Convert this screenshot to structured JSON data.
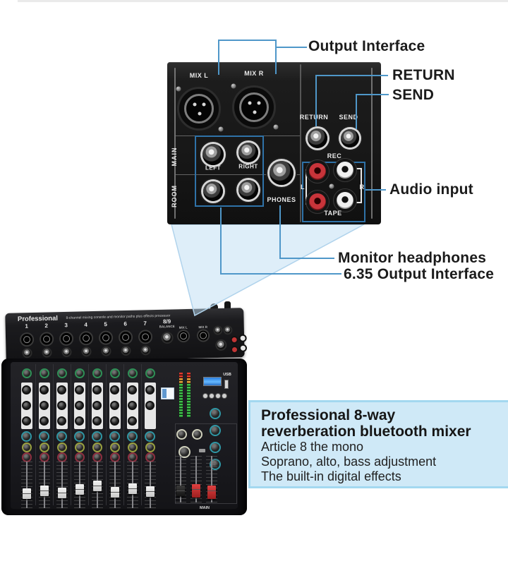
{
  "callouts": {
    "output_interface": "Output Interface",
    "return": "RETURN",
    "send": "SEND",
    "audio_input": "Audio input",
    "monitor_headphones": "Monitor headphones",
    "output_6_35": "6.35 Output Interface"
  },
  "rear_panel": {
    "mix_l": "MIX L",
    "mix_r": "MIX R",
    "main": "MAIN",
    "room": "ROOM",
    "left": "LEFT",
    "right": "RIGHT",
    "phones": "PHONES",
    "return": "RETURN",
    "send": "SEND",
    "rec": "REC",
    "tape": "TAPE",
    "tape_l": "L",
    "tape_r": "R"
  },
  "mixer": {
    "brand": "Professional",
    "tagline": "8-channel mixing console and monitor paths plus effects processor",
    "channels": [
      "1",
      "2",
      "3",
      "4",
      "5",
      "6",
      "7"
    ],
    "channel_89": "8/9",
    "balance": "BALANCE",
    "mix_l": "MIX L",
    "mix_r": "MIX R",
    "usb": "USB",
    "main_fader": "MAIN"
  },
  "info_box": {
    "title_line1": "Professional 8-way",
    "title_line2": "reverberation bluetooth mixer",
    "features": [
      "Article 8 the mono",
      "Soprano, alto, bass adjustment",
      "The built-in digital effects"
    ]
  },
  "colors": {
    "accent_line": "#4f97c9",
    "outline_blue": "#2f72a8",
    "box_bg": "#cfe9f7",
    "box_border": "#a3d8f0",
    "rca_red": "#c8343a"
  }
}
